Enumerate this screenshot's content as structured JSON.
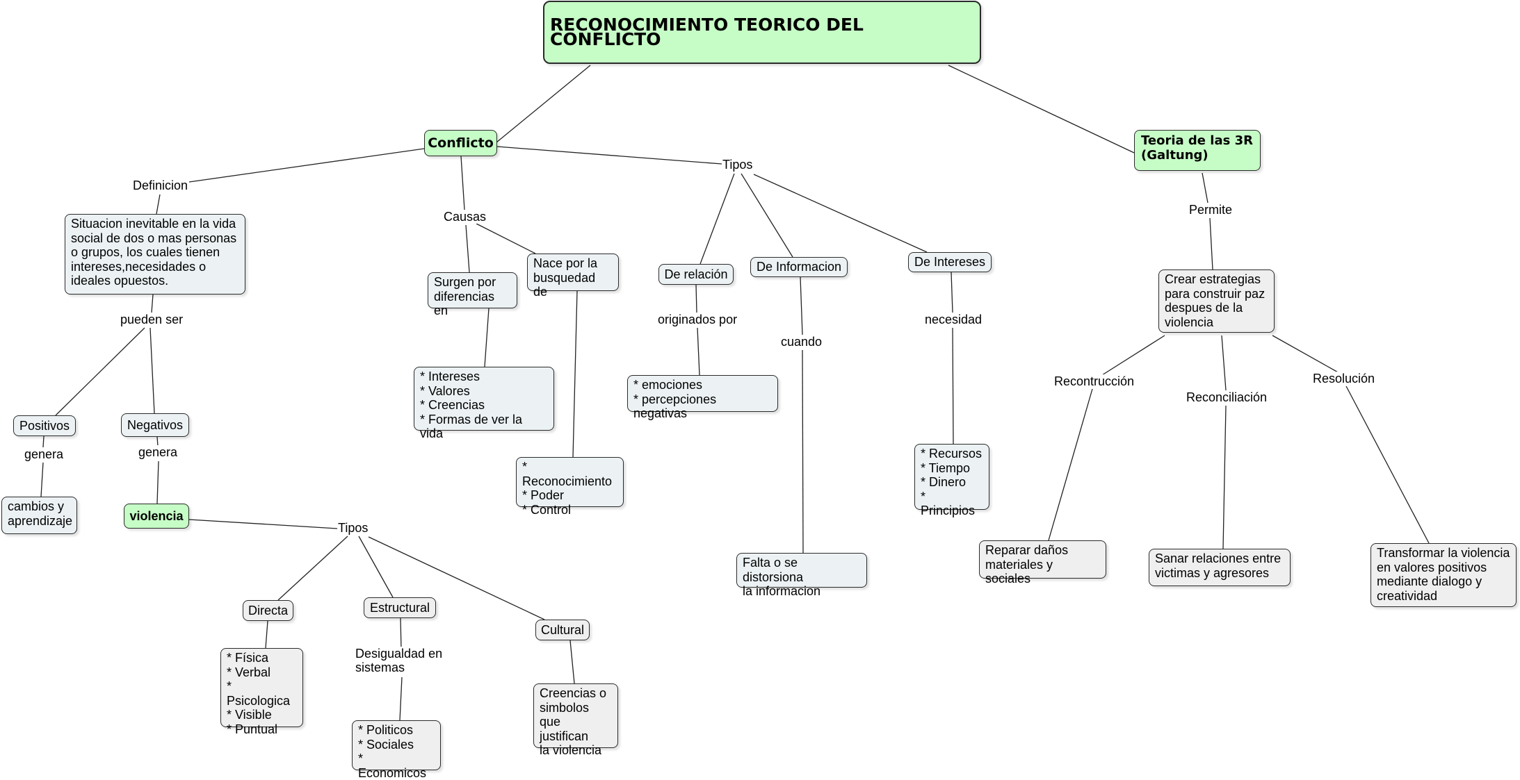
{
  "title": "RECONOCIMIENTO TEORICO DEL CONFLICTO",
  "colors": {
    "concept_green": "#c6fcc6",
    "detail_blue": "#ecf2f4",
    "detail_gray": "#efefef",
    "line": "#222222"
  },
  "conflicto": {
    "label": "Conflicto",
    "definicion": {
      "link": "Definicion",
      "text": "Situacion inevitable en la vida\nsocial de dos o mas personas\no grupos, los cuales tienen\nintereses,necesidades o\nideales opuestos.",
      "link_pueden_ser": "pueden ser",
      "positivos": {
        "label": "Positivos",
        "link": "genera",
        "result": "cambios y\naprendizaje"
      },
      "negativos": {
        "label": "Negativos",
        "link": "genera",
        "result": "violencia"
      }
    },
    "causas": {
      "link": "Causas",
      "surgen": {
        "label": "Surgen por\ndiferencias en",
        "items": "* Intereses\n* Valores\n* Creencias\n* Formas de ver la vida"
      },
      "nace": {
        "label": "Nace por la\nbusquedad de",
        "items": "* Reconocimiento\n* Poder\n* Control"
      }
    },
    "tipos": {
      "link": "Tipos",
      "relacion": {
        "label": "De relación",
        "link": "originados por",
        "items": "* emociones\n* percepciones negativas"
      },
      "informacion": {
        "label": "De Informacion",
        "link": "cuando",
        "result": "Falta o se distorsiona\nla informacion"
      },
      "intereses": {
        "label": "De Intereses",
        "link": "necesidad",
        "items": "* Recursos\n* Tiempo\n* Dinero\n* Principios"
      }
    }
  },
  "violencia": {
    "tipos_link": "Tipos",
    "directa": {
      "label": "Directa",
      "items": "* Física\n* Verbal\n* Psicologica\n* Visible\n* Puntual"
    },
    "estructural": {
      "label": "Estructural",
      "link": "Desigualdad en\nsistemas",
      "items": "* Politicos\n* Sociales\n* Economicos"
    },
    "cultural": {
      "label": "Cultural",
      "result": "Creencias o\nsimbolos\nque justifican\nla violencia"
    }
  },
  "teoria_3r": {
    "label": "Teoria de las 3R\n(Galtung)",
    "link": "Permite",
    "result": "Crear estrategias\npara construir paz\ndespues de la\nviolencia",
    "branches": [
      {
        "link": "Recontrucción",
        "result": "Reparar daños\nmateriales y sociales"
      },
      {
        "link": "Reconciliación",
        "result": "Sanar relaciones entre\nvictimas y agresores"
      },
      {
        "link": "Resolución",
        "result": "Transformar la violencia\nen valores positivos\nmediante dialogo y\ncreatividad"
      }
    ]
  }
}
